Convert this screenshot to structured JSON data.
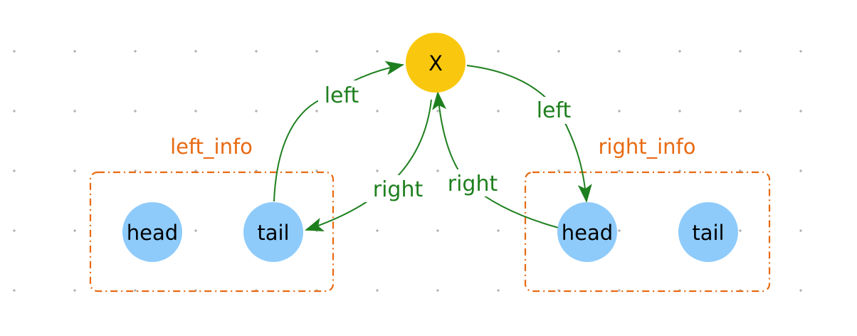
{
  "colors": {
    "root_fill": "#f9c80e",
    "node_fill": "#8ecbfb",
    "edge": "#1e7f1e",
    "group": "#e86a12",
    "grid_dot": "#9a9a9a"
  },
  "root": {
    "label": "X"
  },
  "groups": [
    {
      "label": "left_info",
      "nodes": [
        {
          "label": "head"
        },
        {
          "label": "tail"
        }
      ]
    },
    {
      "label": "right_info",
      "nodes": [
        {
          "label": "head"
        },
        {
          "label": "tail"
        }
      ]
    }
  ],
  "edges": [
    {
      "label": "left",
      "from": "left_info.tail",
      "to": "X"
    },
    {
      "label": "right",
      "from": "X",
      "to": "left_info.tail"
    },
    {
      "label": "left",
      "from": "X",
      "to": "right_info.head"
    },
    {
      "label": "right",
      "from": "right_info.head",
      "to": "X"
    }
  ]
}
